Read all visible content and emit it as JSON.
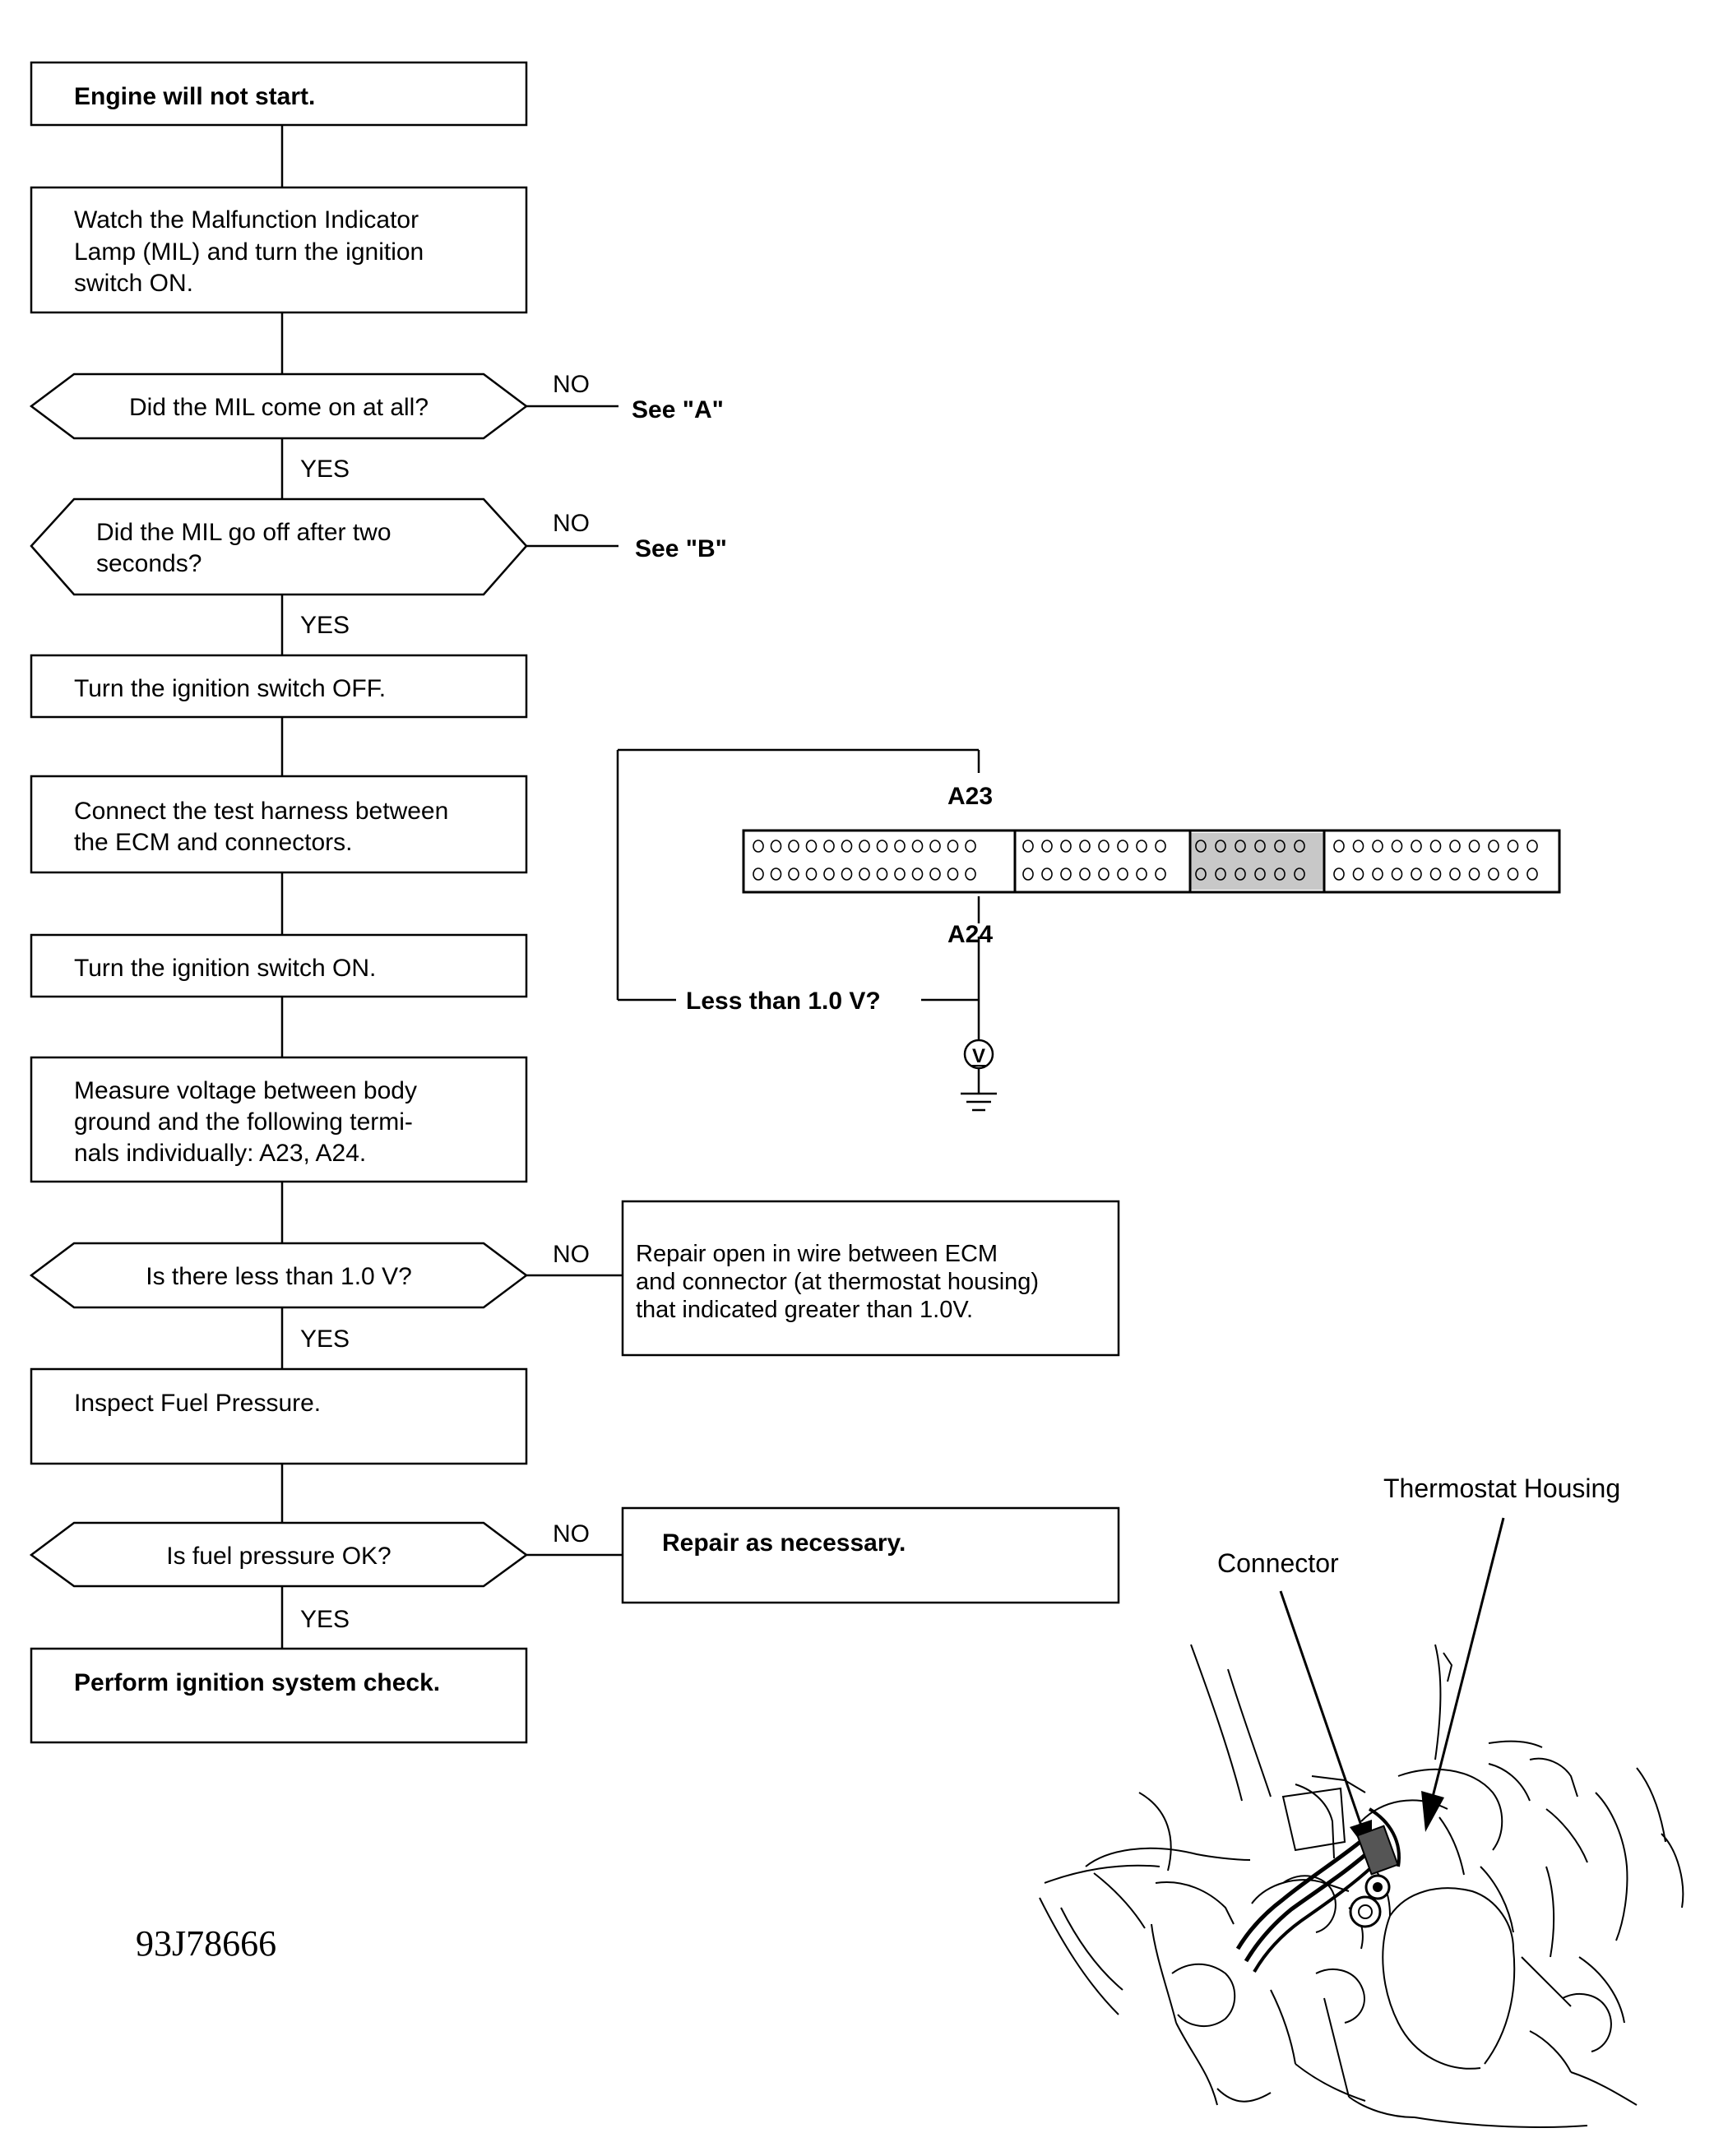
{
  "flow": {
    "start": "Engine will not start.",
    "step_watch": [
      "Watch the Malfunction Indicator",
      "Lamp (MIL) and turn the ignition",
      "switch ON."
    ],
    "q1": "Did the MIL come on at all?",
    "q1_no_target": "See \"A\"",
    "q2": [
      "Did the MIL go off after two",
      "seconds?"
    ],
    "q2_no_target": "See \"B\"",
    "step_off": "Turn the ignition switch OFF.",
    "step_connect": [
      "Connect the test harness between",
      "the ECM and connectors."
    ],
    "step_on": "Turn the ignition switch ON.",
    "step_measure": [
      "Measure voltage between body",
      "ground and the following termi-",
      "nals individually: A23, A24."
    ],
    "q3": "Is there less than 1.0 V?",
    "q3_no_action": [
      "Repair open in wire between ECM",
      "and connector (at thermostat housing)",
      "that indicated greater than 1.0V."
    ],
    "step_fuel": "Inspect Fuel Pressure.",
    "q4": "Is fuel pressure OK?",
    "q4_no_action": "Repair as necessary.",
    "final": "Perform ignition system check.",
    "no_label": "NO",
    "yes_label": "YES"
  },
  "connector_diagram": {
    "pin_top": "A23",
    "pin_bottom": "A24",
    "measure_label": "Less than 1.0 V?",
    "meter_symbol": "V"
  },
  "illustration": {
    "label_housing": "Thermostat Housing",
    "label_connector": "Connector"
  },
  "figure_code": "93J78666"
}
